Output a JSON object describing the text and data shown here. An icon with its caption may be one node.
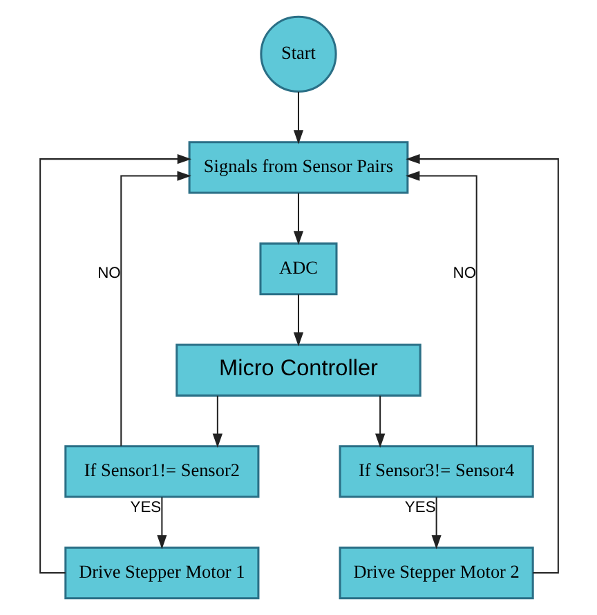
{
  "diagram": {
    "nodes": [
      {
        "text": [
          "Start"
        ]
      },
      {
        "text": [
          "Signals from Sensor Pairs"
        ]
      },
      {
        "text": [
          "ADC"
        ]
      },
      {
        "text": [
          "Micro Controller"
        ]
      },
      {
        "text": [
          "If Sensor1!= Sensor2"
        ]
      },
      {
        "text": [
          "If Sensor3!= Sensor4"
        ]
      },
      {
        "text": [
          "Drive Stepper Motor 1"
        ]
      },
      {
        "text": [
          "Drive Stepper Motor 2"
        ]
      }
    ],
    "edges": [
      {
        "from": 0,
        "to": 1,
        "arrow": "to"
      },
      {
        "from": 1,
        "to": 2,
        "arrow": "to"
      },
      {
        "from": 2,
        "to": 3,
        "arrow": "to"
      },
      {
        "from": 3,
        "to": 4,
        "arrow": "to"
      },
      {
        "from": 3,
        "to": 5,
        "arrow": "to"
      },
      {
        "from": 4,
        "to": 6,
        "arrow": "to",
        "label": "YES"
      },
      {
        "from": 5,
        "to": 7,
        "arrow": "to",
        "label": "YES"
      },
      {
        "from": 4,
        "to": 1,
        "arrow": "to",
        "label": "NO"
      },
      {
        "from": 6,
        "to": 1,
        "arrow": "to"
      },
      {
        "from": 5,
        "to": 1,
        "arrow": "to",
        "label": "NO"
      },
      {
        "from": 7,
        "to": 1,
        "arrow": "to"
      }
    ]
  }
}
